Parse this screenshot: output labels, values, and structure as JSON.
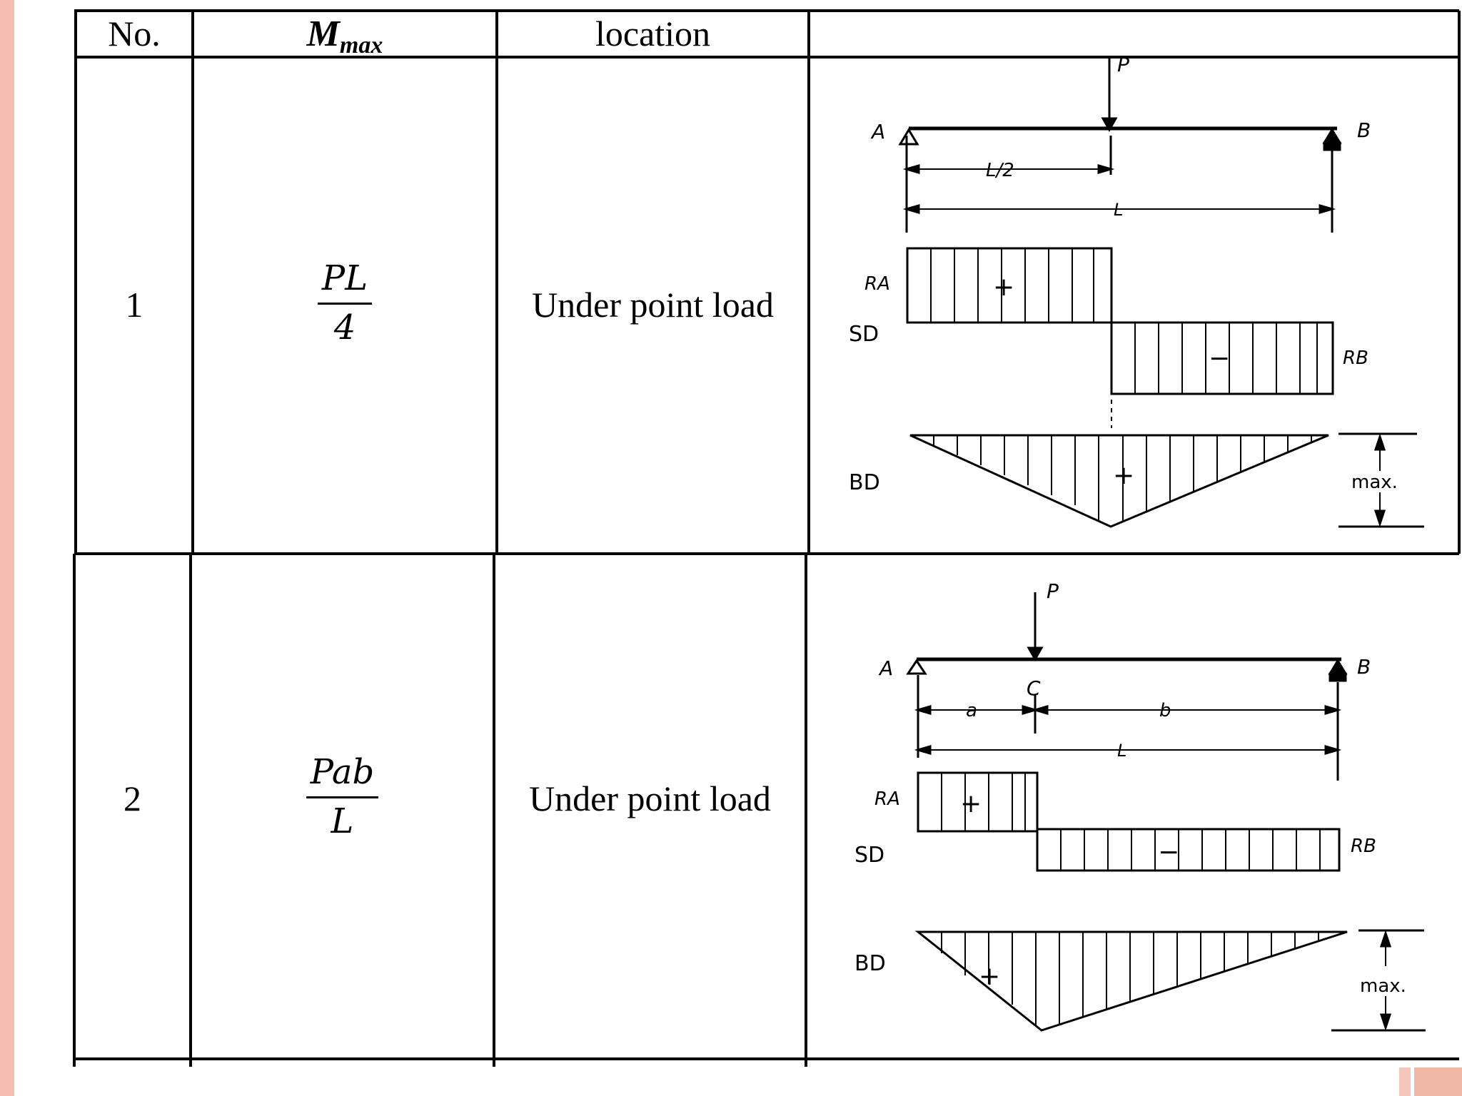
{
  "header": {
    "col_no": "No.",
    "col_mmax_main": "M",
    "col_mmax_sub": "max",
    "col_location": "location",
    "col_diagram": ""
  },
  "rows": [
    {
      "no": "1",
      "formula_num": "PL",
      "formula_den": "4",
      "location": "Under point load",
      "diagram": {
        "load": "P",
        "support_a": "A",
        "support_b": "B",
        "dim_half": "L/2",
        "dim_total": "L",
        "ra": "RA",
        "rb": "RB",
        "sd": "SD",
        "bd": "BD",
        "plus": "+",
        "minus": "−",
        "max": "max."
      }
    },
    {
      "no": "2",
      "formula_num": "Pab",
      "formula_den": "L",
      "location": "Under point load",
      "diagram": {
        "load": "P",
        "support_a": "A",
        "support_b": "B",
        "point_c": "C",
        "dim_a": "a",
        "dim_b": "b",
        "dim_total": "L",
        "ra": "RA",
        "rb": "RB",
        "sd": "SD",
        "bd": "BD",
        "plus": "+",
        "minus": "−",
        "max": "max."
      }
    }
  ],
  "colors": {
    "accent_bar": "#f2bfb2",
    "line": "#000000"
  }
}
